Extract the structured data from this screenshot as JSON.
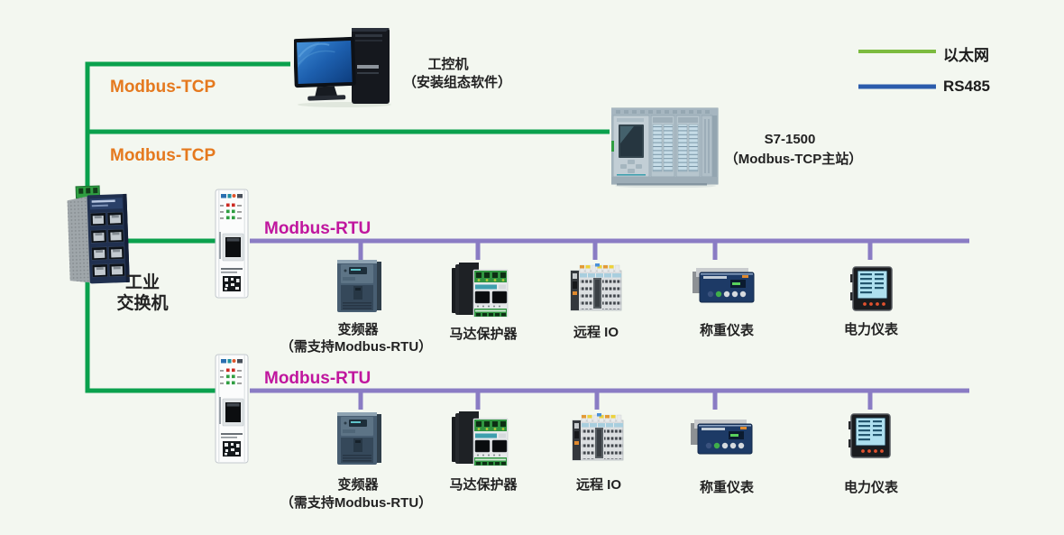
{
  "colors": {
    "bg": "#f3f7f0",
    "ethernet": "#0aa14d",
    "legendGreen": "#7cbb3f",
    "rs485": "#2b5cac",
    "bus": "#8a7cc4",
    "tcpText": "#e5791e",
    "rtuText": "#c0169e",
    "label": "#222222"
  },
  "legend": {
    "ethernet_label": "以太网",
    "rs485_label": "RS485"
  },
  "links": {
    "tcp1": "Modbus-TCP",
    "tcp2": "Modbus-TCP",
    "rtu1": "Modbus-RTU",
    "rtu2": "Modbus-RTU"
  },
  "nodes": {
    "computer": {
      "label": "工控机",
      "sub": "（安装组态软件）"
    },
    "plc": {
      "label": "S7-1500",
      "sub": "（Modbus-TCP主站）"
    },
    "switch": {
      "label_line1": "工业",
      "label_line2": "交换机"
    }
  },
  "bus1": {
    "devices": [
      {
        "label": "变频器",
        "sub": "（需支持Modbus-RTU）"
      },
      {
        "label": "马达保护器"
      },
      {
        "label": "远程 IO"
      },
      {
        "label": "称重仪表"
      },
      {
        "label": "电力仪表"
      }
    ]
  },
  "bus2": {
    "devices": [
      {
        "label": "变频器",
        "sub": "（需支持Modbus-RTU）"
      },
      {
        "label": "马达保护器"
      },
      {
        "label": "远程 IO"
      },
      {
        "label": "称重仪表"
      },
      {
        "label": "电力仪表"
      }
    ]
  }
}
